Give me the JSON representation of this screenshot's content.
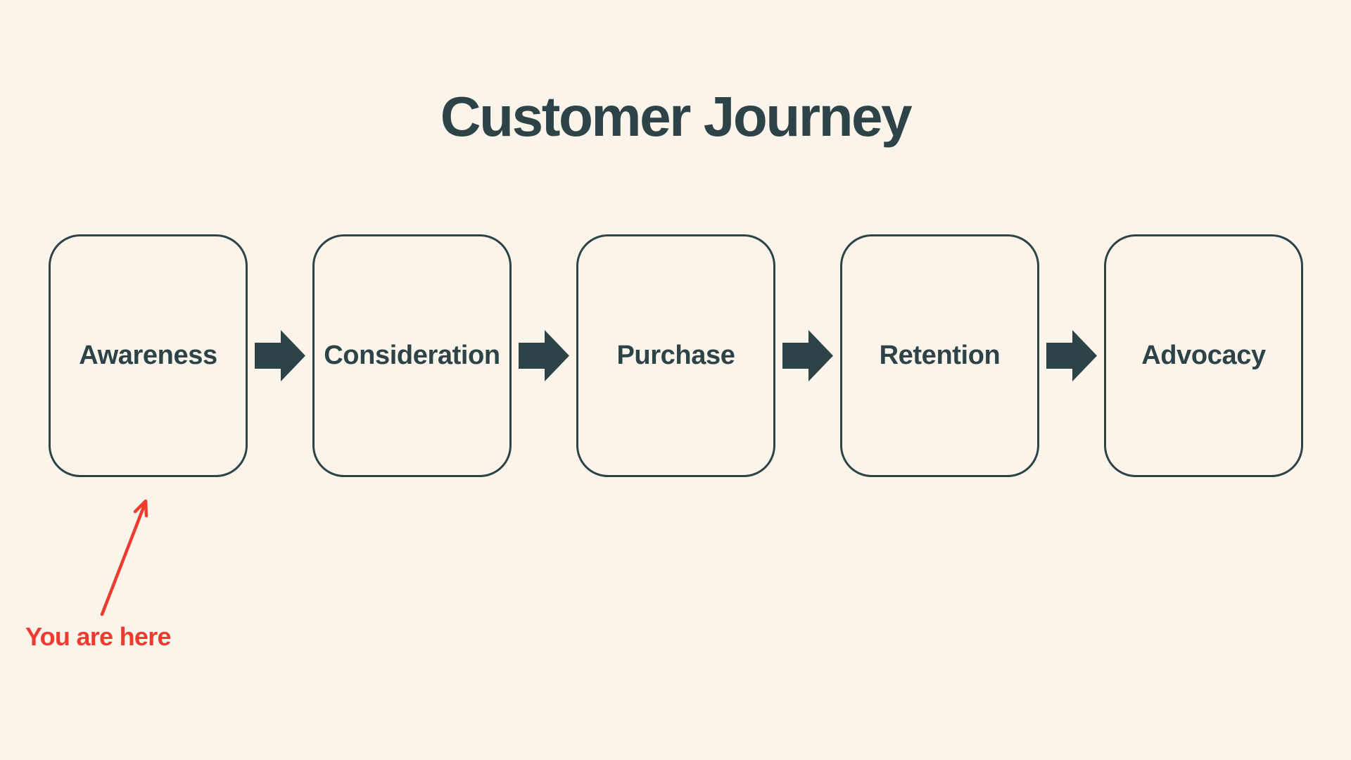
{
  "title": "Customer Journey",
  "colors": {
    "background": "#FAF4EA",
    "ink": "#2E4347",
    "annotation_red": "#EE3B30"
  },
  "stages": [
    {
      "label": "Awareness"
    },
    {
      "label": "Consideration"
    },
    {
      "label": "Purchase"
    },
    {
      "label": "Retention"
    },
    {
      "label": "Advocacy"
    }
  ],
  "icons": {
    "flow_arrow": "block-arrow-right",
    "annotation_arrow": "thin-arrow-up-right"
  },
  "annotation": {
    "label": "You are here"
  }
}
